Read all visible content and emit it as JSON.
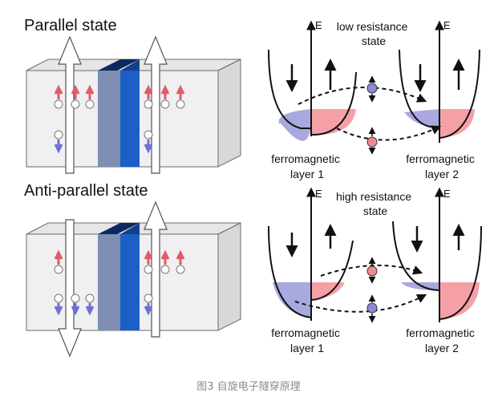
{
  "figure": {
    "parallel": {
      "title": "Parallel state",
      "resistance_label": [
        "low resistance",
        "state"
      ],
      "left_layer": [
        "ferromagnetic",
        "layer 1"
      ],
      "right_layer": [
        "ferromagnetic",
        "layer 2"
      ],
      "energy_axis_label": "E"
    },
    "antiparallel": {
      "title": "Anti-parallel state",
      "resistance_label": [
        "high resistance",
        "state"
      ],
      "left_layer": [
        "ferromagnetic",
        "layer 1"
      ],
      "right_layer": [
        "ferromagnetic",
        "layer 2"
      ],
      "energy_axis_label": "E"
    },
    "caption": "图3 自旋电子隧穿原理",
    "colors": {
      "barrier_blue": "#1c5fc7",
      "spin_up_red": "#e05c66",
      "spin_down_blue": "#6f6fd6",
      "band_red": "#f5a0a6",
      "band_blue": "#a9a9e0"
    }
  }
}
